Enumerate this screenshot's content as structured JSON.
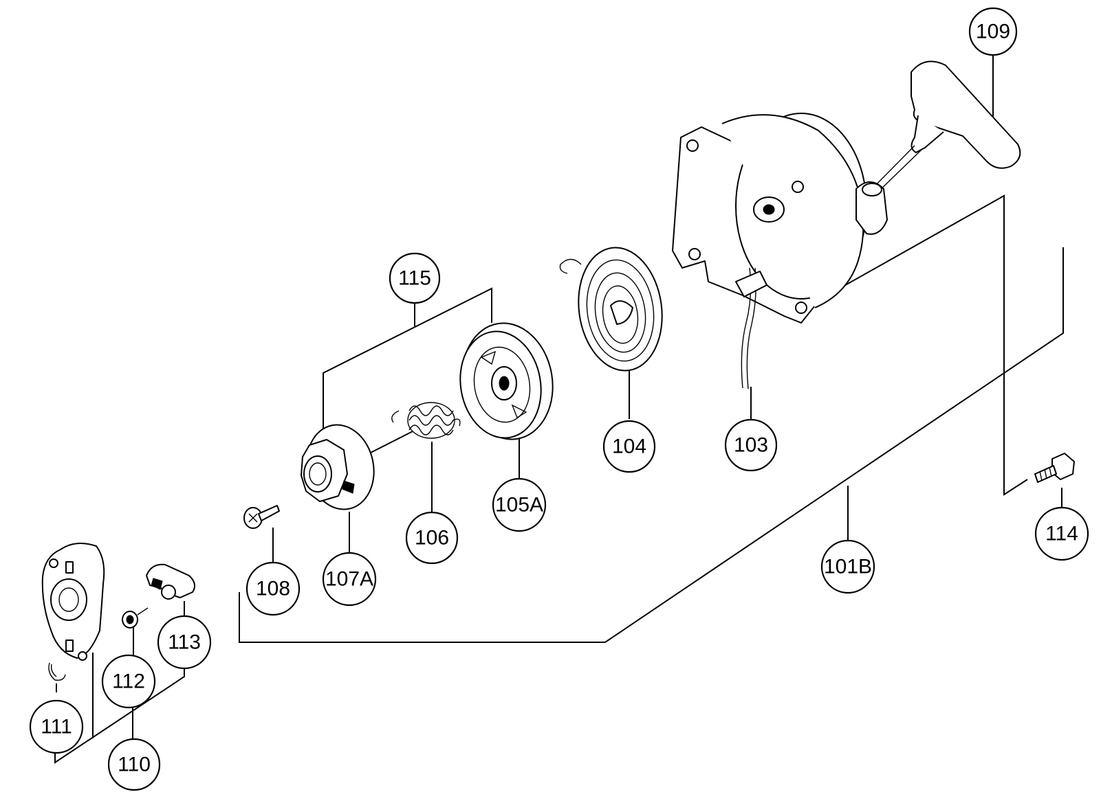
{
  "parts": {
    "p101B": "101B",
    "p103": "103",
    "p104": "104",
    "p105A": "105A",
    "p106": "106",
    "p107A": "107A",
    "p108": "108",
    "p109": "109",
    "p110": "110",
    "p111": "111",
    "p112": "112",
    "p113": "113",
    "p114": "114",
    "p115": "115"
  }
}
